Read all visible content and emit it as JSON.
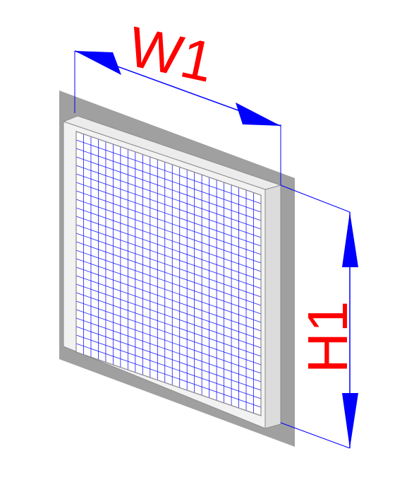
{
  "labels": {
    "width": "W1",
    "height": "H1"
  },
  "colors": {
    "dimension": "#0000ff",
    "label": "#ff0000",
    "wall": "#a0a0a0",
    "frame_face": "#f2f2f2",
    "frame_side": "#dcdcdc",
    "frame_edge": "#8c8c8c",
    "mesh": "#1a1aff"
  },
  "grid": {
    "columns": 25,
    "rows": 26
  }
}
